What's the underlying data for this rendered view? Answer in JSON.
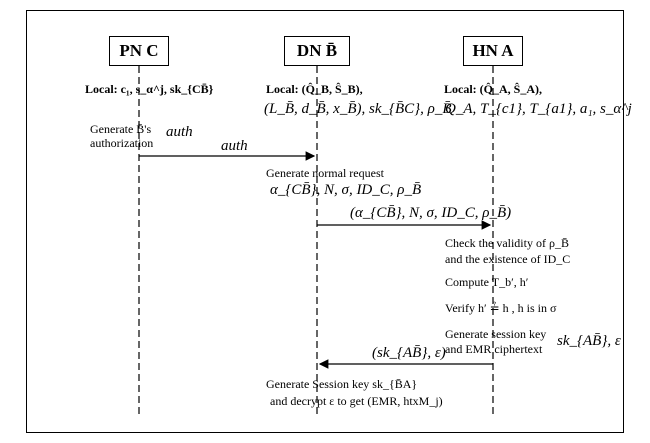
{
  "parties": {
    "c": "PN C",
    "b": "DN B̄",
    "a": "HN A"
  },
  "locals": {
    "c": "Local: c₁, s_α^j, sk_{CB̄}",
    "b_line1": "Local: (Q̂_B, Ŝ_B),",
    "b_line2": "(L_B̄, d_B̄, x_B̄), sk_{B̄C}, ρ_B̄",
    "a_line1": "Local: (Q̂_A, Ŝ_A),",
    "a_line2": "Q_A, T_{c1}, T_{a1}, a₁, s_α^j"
  },
  "steps": {
    "gen_auth_line1": "Generate B̄'s",
    "gen_auth_line2": "authorization",
    "auth_local": "auth",
    "msg_auth": "auth",
    "gen_request": "Generate normal request",
    "request_tuple": "α_{CB̄}, N, σ, ID_C, ρ_B̄",
    "msg_request": "(α_{CB̄}, N, σ, ID_C, ρ_B̄)",
    "check_line1": "Check the validity of ρ_B̄",
    "check_line2": "and the existence of ID_C",
    "compute": "Compute T_b′, h′",
    "verify": "Verify h′ ≟ h , h is in σ",
    "gen_session_line1": "Generate session key",
    "gen_session_line2": "and EMR ciphertext",
    "session_vals": "sk_{AB̄}, ε",
    "msg_response": "(sk_{AB̄}, ε)",
    "final_line1": "Generate Session key sk_{B̄A}",
    "final_line2": "and decrypt ε to get (EMR, htxM_j)"
  }
}
